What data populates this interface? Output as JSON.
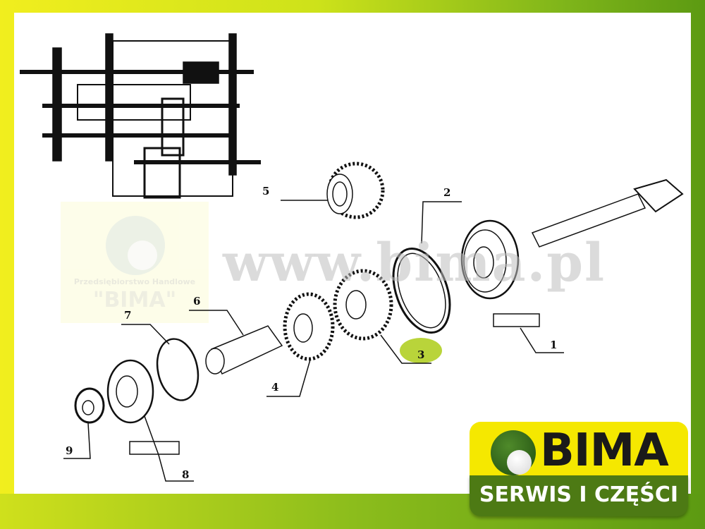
{
  "watermark": {
    "url": "www.bima.pl",
    "company_line": "Przedsiębiorstwo Handlowe",
    "company_name": "\"BIMA\""
  },
  "diagram": {
    "part_labels": [
      "1",
      "2",
      "3",
      "4",
      "5",
      "6",
      "7",
      "8",
      "9"
    ],
    "highlighted_part": "3",
    "highlight_color": "#b9d43a"
  },
  "logo": {
    "name": "BIMA",
    "tagline": "SERWIS I CZĘŚCI",
    "yellow": "#f5e800",
    "green": "#4d7a14"
  }
}
